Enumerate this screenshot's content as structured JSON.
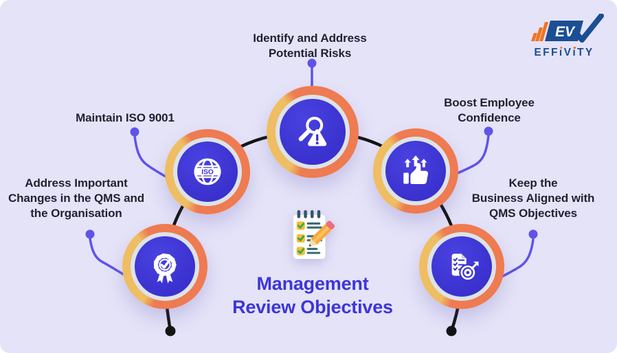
{
  "title": {
    "text": "Management\nReview Objectives",
    "color": "#3D35D8"
  },
  "logo": {
    "mark": "EV",
    "word_parts": {
      "p1": "EFF",
      "i1": "ı",
      "p2": "V",
      "i2": "ı",
      "p3": "TY"
    },
    "blue": "#1B4E93",
    "orange": "#F4731F"
  },
  "nodes": [
    {
      "id": "address-changes",
      "label": "Address Important\nChanges in the QMS and\nthe Organisation",
      "icon": "award-badge-check-icon"
    },
    {
      "id": "maintain-iso",
      "label": "Maintain ISO 9001",
      "icon": "iso-globe-icon",
      "icon_text": "ISO"
    },
    {
      "id": "identify-risks",
      "label": "Identify and Address\nPotential Risks",
      "icon": "magnifier-warning-icon"
    },
    {
      "id": "boost-confidence",
      "label": "Boost Employee\nConfidence",
      "icon": "thumbs-up-growth-icon"
    },
    {
      "id": "keep-aligned",
      "label": "Keep the\nBusiness Aligned with\nQMS Objectives",
      "icon": "document-target-icon"
    }
  ],
  "center_icon": "checklist-pencil-icon",
  "colors": {
    "background": "#E5E3F8",
    "node_orange": "#EE7B51",
    "node_yellow": "#EFBD62",
    "node_ring": "#DDE3E9",
    "node_blue": "#3A31CF",
    "line_black": "#141414",
    "connector_purple": "#5F53EA",
    "label_text": "#1F2230"
  }
}
